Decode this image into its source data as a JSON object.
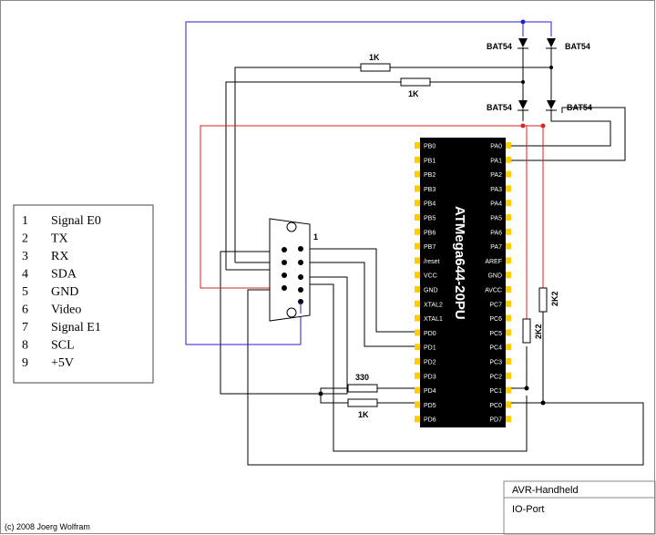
{
  "chip": {
    "name": "ATMega644-20PU",
    "left_pins": [
      "PB0",
      "PB1",
      "PB2",
      "PB3",
      "PB4",
      "PB5",
      "PB6",
      "PB7",
      "/reset",
      "VCC",
      "GND",
      "XTAL2",
      "XTAL1",
      "PD0",
      "PD1",
      "PD2",
      "PD3",
      "PD4",
      "PD5",
      "PD6"
    ],
    "right_pins": [
      "PA0",
      "PA1",
      "PA2",
      "PA3",
      "PA4",
      "PA5",
      "PA6",
      "PA7",
      "AREF",
      "GND",
      "AVCC",
      "PC7",
      "PC6",
      "PC5",
      "PC4",
      "PC3",
      "PC2",
      "PC1",
      "PC0",
      "PD7"
    ]
  },
  "components": {
    "diode_label": "BAT54",
    "r1": "1K",
    "r2": "1K",
    "r330": "330",
    "r1k_bottom": "1K",
    "r2k2_a": "2K2",
    "r2k2_b": "2K2",
    "connector_pin1": "1"
  },
  "legend": [
    {
      "num": "1",
      "label": "Signal E0"
    },
    {
      "num": "2",
      "label": "TX"
    },
    {
      "num": "3",
      "label": "RX"
    },
    {
      "num": "4",
      "label": "SDA"
    },
    {
      "num": "5",
      "label": "GND"
    },
    {
      "num": "6",
      "label": "Video"
    },
    {
      "num": "7",
      "label": "Signal E1"
    },
    {
      "num": "8",
      "label": "SCL"
    },
    {
      "num": "9",
      "label": "+5V"
    }
  ],
  "title_block": {
    "title": "AVR-Handheld",
    "subtitle": "IO-Port"
  },
  "copyright": "(c) 2008 Joerg Wolfram",
  "colors": {
    "wire": "#000000",
    "blue_wire": "#2222cc",
    "red_wire": "#dd2222",
    "chip": "#000000",
    "pin_pad": "#ffcc00"
  }
}
